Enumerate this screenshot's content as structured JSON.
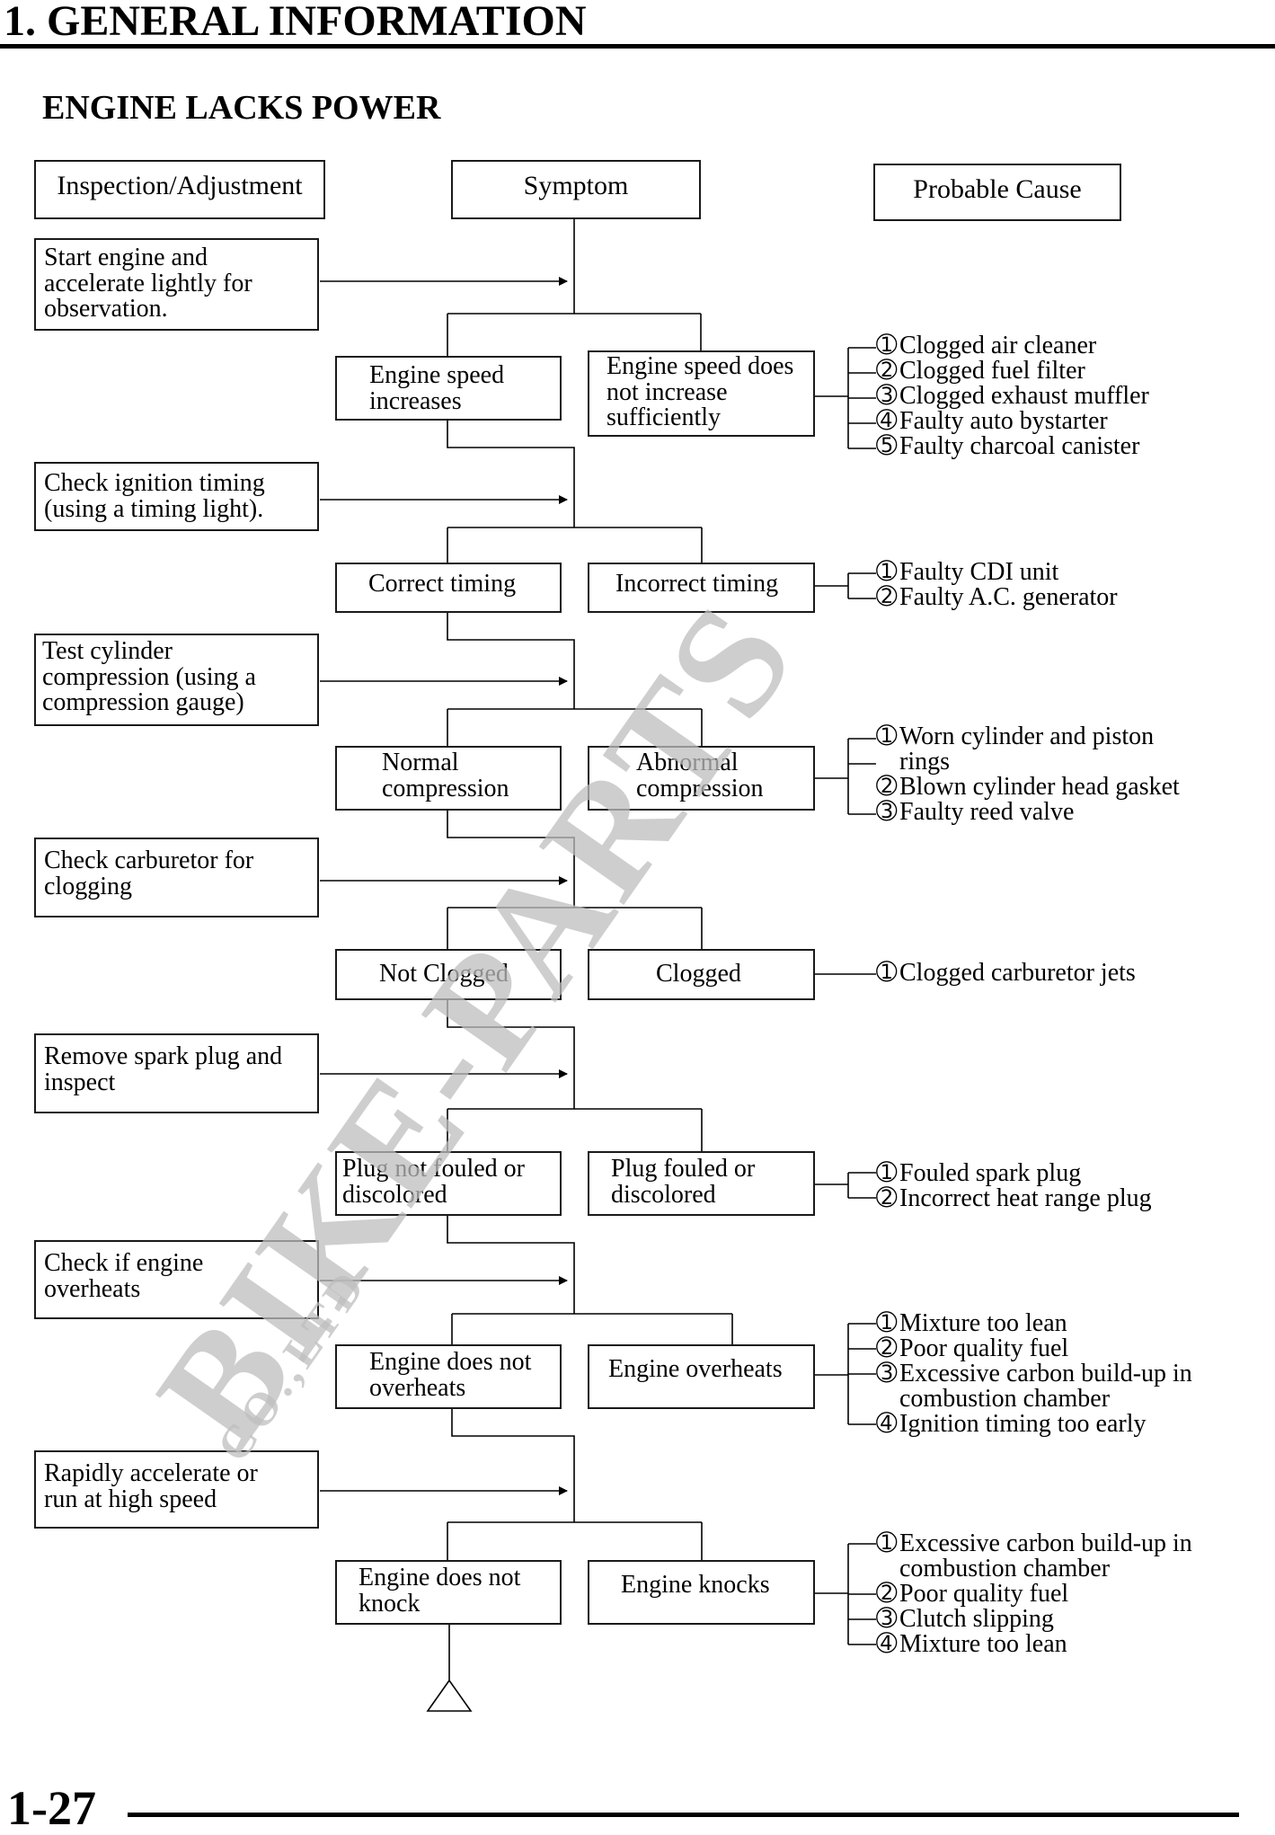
{
  "header": {
    "title": "1. GENERAL INFORMATION"
  },
  "section": {
    "title": "ENGINE LACKS POWER"
  },
  "columns": {
    "inspection": "Inspection/Adjustment",
    "symptom": "Symptom",
    "cause": "Probable Cause"
  },
  "steps": [
    {
      "inspection": "Start engine and\naccelerate lightly for\nobservation.",
      "ok": "Engine speed\nincreases",
      "ng": "Engine speed does\nnot increase\nsufficiently",
      "causes": [
        "➀",
        "Clogged air cleaner",
        "➁",
        "Clogged fuel filter",
        "➂",
        "Clogged exhaust muffler",
        "➃",
        "Faulty auto bystarter",
        "➄",
        "Faulty charcoal canister"
      ]
    },
    {
      "inspection": "Check ignition timing\n(using a timing light).",
      "ok": "Correct timing",
      "ng": "Incorrect timing",
      "causes": [
        "➀",
        "Faulty CDI unit",
        "➁",
        "Faulty A.C. generator"
      ]
    },
    {
      "inspection": "Test cylinder\ncompression (using a\ncompression gauge)",
      "ok": "Normal\ncompression",
      "ng": "Abnormal\ncompression",
      "causes": [
        "➀",
        "Worn cylinder and piston",
        "",
        "rings",
        "➁",
        "Blown cylinder head gasket",
        "➂",
        "Faulty reed valve"
      ]
    },
    {
      "inspection": "Check carburetor for\nclogging",
      "ok": "Not Clogged",
      "ng": "Clogged",
      "causes": [
        "➀",
        "Clogged carburetor jets"
      ]
    },
    {
      "inspection": "Remove spark plug and\ninspect",
      "ok": "Plug not fouled or\ndiscolored",
      "ng": "Plug fouled or\ndiscolored",
      "causes": [
        "➀",
        "Fouled spark plug",
        "➁",
        "Incorrect heat range plug"
      ]
    },
    {
      "inspection": "Check if engine\noverheats",
      "ok": "Engine does not\noverheats",
      "ng": "Engine overheats",
      "causes": [
        "➀",
        "Mixture too lean",
        "➁",
        "Poor quality fuel",
        "➂",
        "Excessive carbon build-up in",
        "",
        "combustion chamber",
        "➃",
        "Ignition timing too early"
      ]
    },
    {
      "inspection": "Rapidly accelerate or\nrun at high speed",
      "ok": "Engine does not\nknock",
      "ng": "Engine knocks",
      "causes": [
        "➀",
        "Excessive carbon build-up in",
        "",
        "combustion chamber",
        "➁",
        "Poor quality fuel",
        "➂",
        "Clutch slipping",
        "➃",
        "Mixture too lean"
      ]
    }
  ],
  "footer": {
    "page": "1-27"
  },
  "watermark": {
    "main": "BIKE-PARTS",
    "sub": "CO.,LTD"
  }
}
